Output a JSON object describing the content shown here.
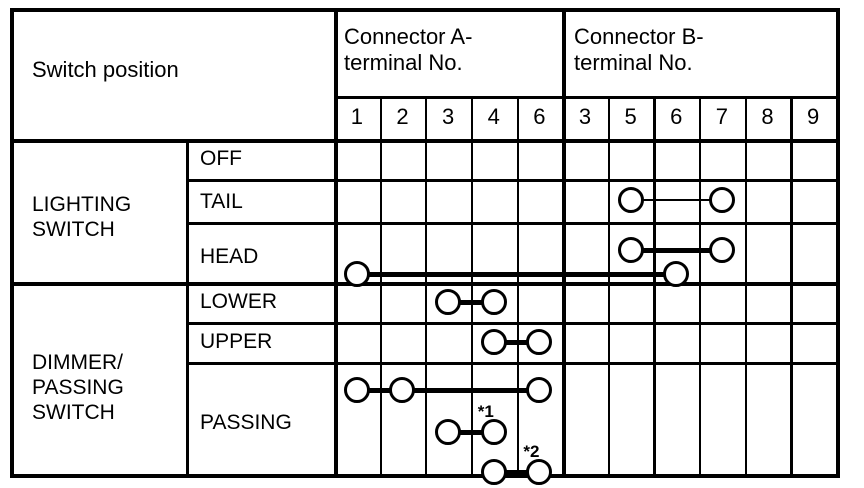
{
  "document": {
    "kind": "wiring-continuity-table",
    "title_cell": "Switch position"
  },
  "header": {
    "switch_position_label": "Switch position",
    "connector_groups": [
      {
        "id": "A",
        "label": "Connector A-\nterminal No.",
        "terminals": [
          "1",
          "2",
          "3",
          "4",
          "6"
        ]
      },
      {
        "id": "B",
        "label": "Connector B-\nterminal No.",
        "terminals": [
          "3",
          "5",
          "6",
          "7",
          "8",
          "9"
        ]
      }
    ],
    "terminal_columns": [
      "1",
      "2",
      "3",
      "4",
      "6",
      "3",
      "5",
      "6",
      "7",
      "8",
      "9"
    ]
  },
  "switches": [
    {
      "name": "LIGHTING\nSWITCH",
      "positions": [
        {
          "label": "OFF",
          "connections": []
        },
        {
          "label": "TAIL",
          "connections": [
            {
              "nodes": [
                "B5",
                "B7"
              ],
              "line": "thin"
            }
          ]
        },
        {
          "label": "HEAD",
          "connections": [
            {
              "nodes": [
                "B5",
                "B7"
              ],
              "line": "thick"
            },
            {
              "nodes": [
                "A1",
                "B6"
              ],
              "line": "thick"
            }
          ]
        }
      ]
    },
    {
      "name": "DIMMER/\nPASSING\nSWITCH",
      "positions": [
        {
          "label": "LOWER",
          "connections": [
            {
              "nodes": [
                "A3",
                "A4"
              ],
              "line": "thick"
            }
          ]
        },
        {
          "label": "UPPER",
          "connections": [
            {
              "nodes": [
                "A4",
                "A6"
              ],
              "line": "thick"
            }
          ]
        },
        {
          "label": "PASSING",
          "connections": [
            {
              "nodes": [
                "A1",
                "A2",
                "A6"
              ],
              "line": "thick"
            },
            {
              "nodes": [
                "A3",
                "A4"
              ],
              "line": "thick",
              "note": "*1",
              "note_on": "A4"
            },
            {
              "nodes": [
                "A4",
                "A6"
              ],
              "line": "thick",
              "note": "*2",
              "note_on": "A6"
            }
          ]
        }
      ]
    }
  ],
  "notes": {
    "asterisk_1": "*1",
    "asterisk_2": "*2"
  },
  "colors": {
    "ink": "#000000",
    "paper": "#ffffff"
  }
}
